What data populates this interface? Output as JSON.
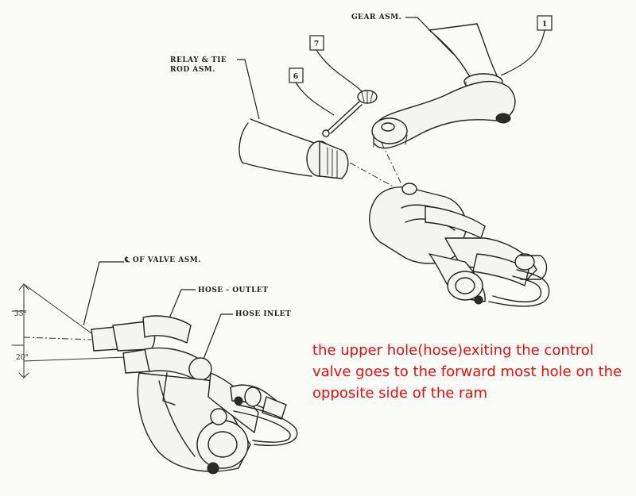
{
  "labels": {
    "gear_asm": "GEAR ASM.",
    "callout_1": "1",
    "callout_7": "7",
    "callout_6": "6",
    "relay_line1": "RELAY & TIE",
    "relay_line2": "ROD ASM.",
    "valve_centerline": "℄ OF VALVE ASM.",
    "hose_outlet": "HOSE - OUTLET",
    "hose_inlet": "HOSE INLET",
    "angle_35": "35°",
    "angle_20": "20°"
  },
  "note": {
    "text": "the upper hole(hose)exiting the control valve goes to the forward most hole on the opposite side of the ram",
    "color": "#e01010"
  }
}
